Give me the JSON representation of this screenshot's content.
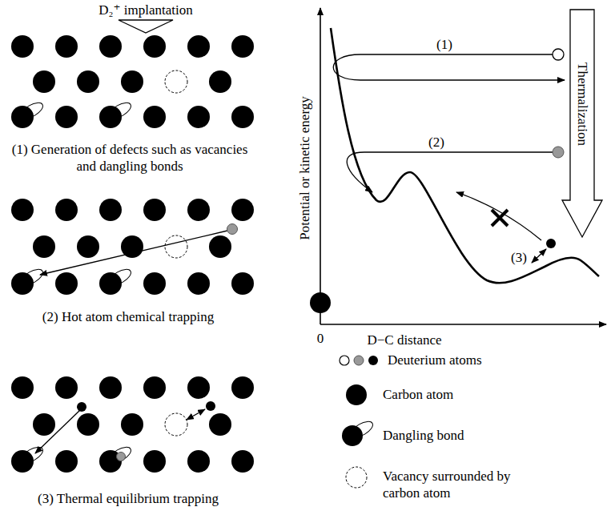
{
  "diagram": {
    "labels": [
      "D₂⁺ implantation",
      "(1) Generation of defects such as vacancies and dangling bonds",
      "(2) Hot atom chemical trapping",
      "(3) Thermal equilibrium trapping",
      "Potential or kinetic energy",
      "(1)",
      "(2)",
      "(3)",
      "Thermalization",
      "0",
      "D−C distance"
    ],
    "legend": [
      {
        "text": "Deuterium atoms"
      },
      {
        "text": "Carbon atom"
      },
      {
        "text": "Dangling bond"
      },
      {
        "text": "Vacancy surrounded by carbon atom"
      }
    ]
  }
}
